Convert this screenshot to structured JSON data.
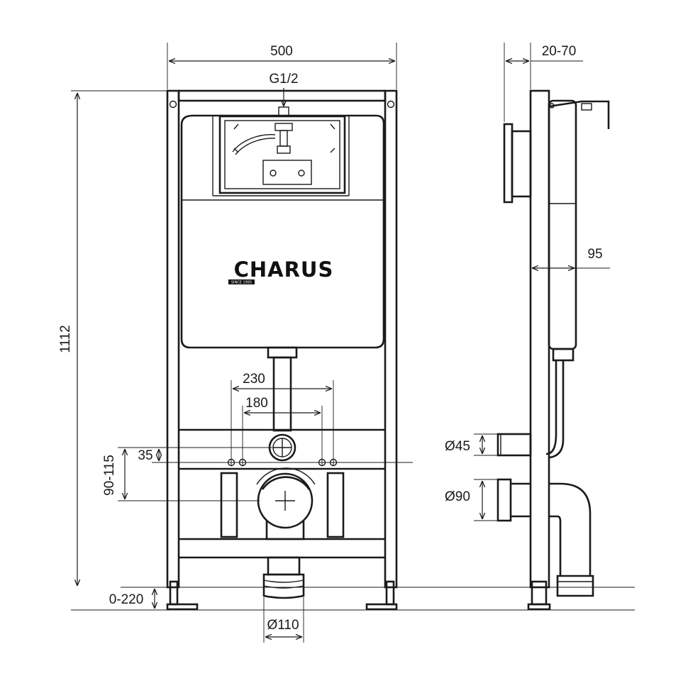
{
  "brand": {
    "name": "CHARUS",
    "tagline": "SINCE 1995"
  },
  "dimensions": {
    "width_total": "500",
    "inlet": "G1/2",
    "height_total": "1112",
    "mount_offset": "20-70",
    "tank_depth": "95",
    "spacing_outer": "230",
    "spacing_inner": "180",
    "bolt_offset": "35",
    "drain_height": "90-115",
    "leg_adjust": "0-220",
    "drain_pipe": "Ø110",
    "flush_pipe": "Ø45",
    "waste_pipe": "Ø90"
  }
}
